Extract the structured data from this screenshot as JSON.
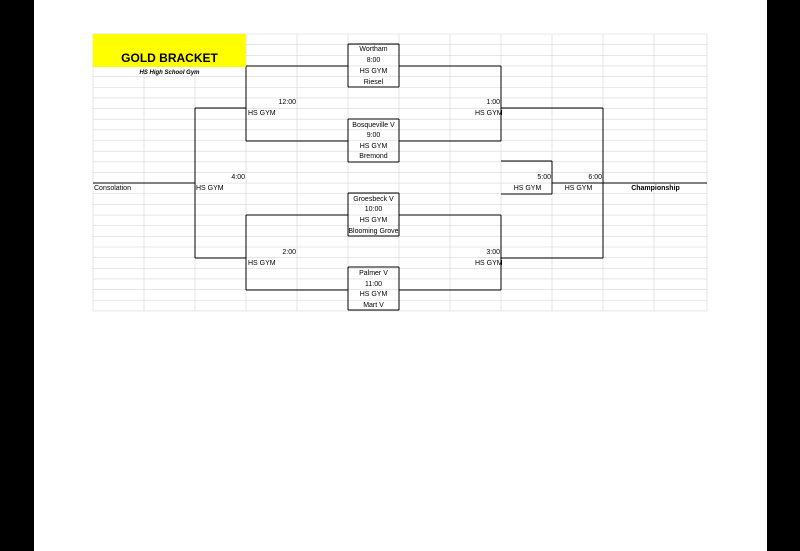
{
  "header": {
    "title": "GOLD BRACKET",
    "subtitle": "HS  High School Gym"
  },
  "matches": [
    {
      "team_a": "Wortham",
      "time": "8:00",
      "venue": "HS GYM",
      "team_b": "Riesel"
    },
    {
      "team_a": "Bosqueville V",
      "time": "9:00",
      "venue": "HS GYM",
      "team_b": "Bremond"
    },
    {
      "team_a": "Groesbeck V",
      "time": "10:00",
      "venue": "HS GYM",
      "team_b": "Blooming Grove"
    },
    {
      "team_a": "Palmer V",
      "time": "11:00",
      "venue": "HS GYM",
      "team_b": "Mart V"
    }
  ],
  "rounds": {
    "left_top": {
      "time": "12:00",
      "venue": "HS GYM"
    },
    "left_bottom": {
      "time": "2:00",
      "venue": "HS GYM"
    },
    "right_top": {
      "time": "1:00",
      "venue": "HS GYM"
    },
    "right_bottom": {
      "time": "3:00",
      "venue": "HS GYM"
    },
    "consolation": {
      "time": "4:00",
      "venue": "HS GYM",
      "label": "Consolation"
    },
    "semifinal": {
      "time": "5:00",
      "venue": "HS GYM"
    },
    "championship": {
      "time": "6:00",
      "venue": "HS GYM",
      "label": "Championship"
    }
  }
}
